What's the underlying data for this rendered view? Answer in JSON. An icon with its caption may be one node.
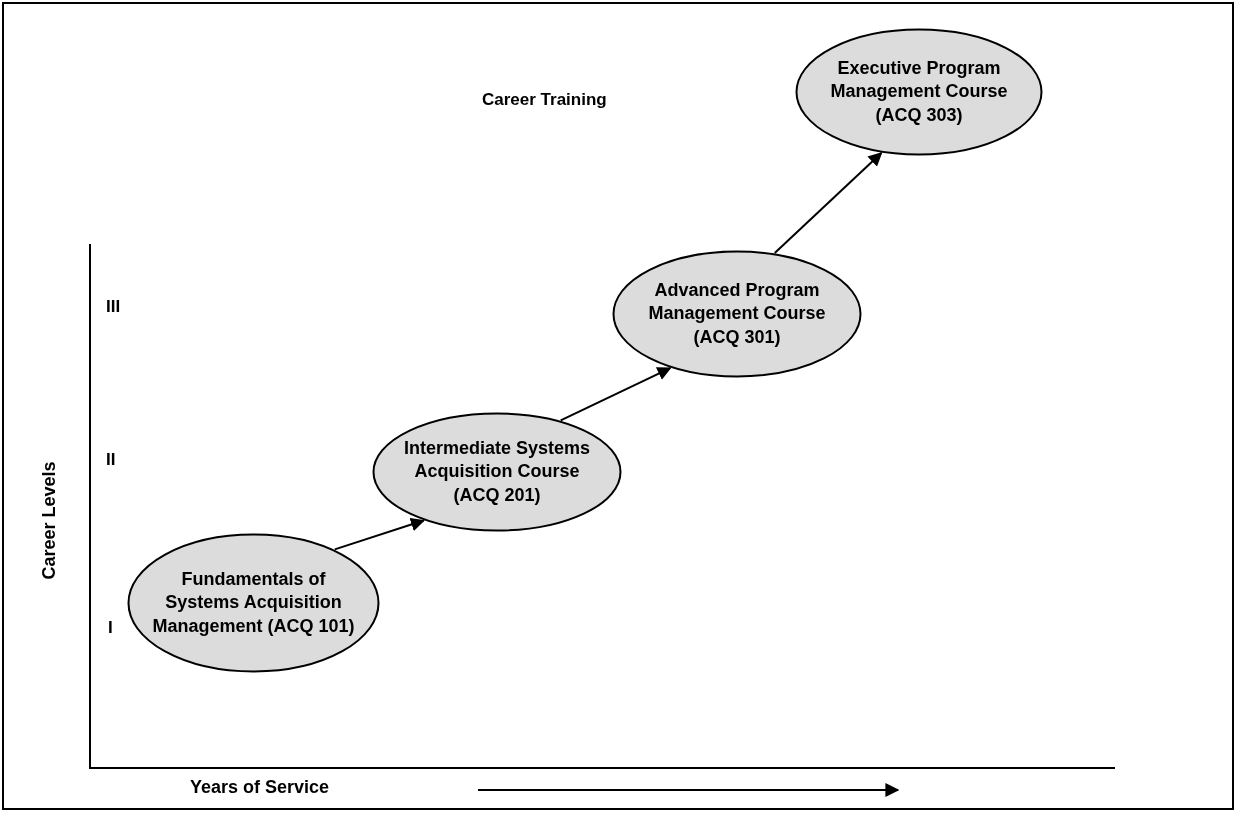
{
  "diagram": {
    "title": "Career Training",
    "nodes": [
      {
        "text": [
          "Fundamentals of Systems Acquisition Management (ACQ 101)"
        ]
      },
      {
        "text": [
          "Intermediate Systems Acquisition Course (ACQ 201)"
        ]
      },
      {
        "text": [
          "Advanced Program Management Course (ACQ 301)"
        ]
      },
      {
        "text": [
          "Executive Program Management Course (ACQ 303)"
        ]
      }
    ],
    "edges": [
      {
        "from": 0,
        "to": 1,
        "arrow": "to"
      },
      {
        "from": 1,
        "to": 2,
        "arrow": "to"
      },
      {
        "from": 2,
        "to": 3,
        "arrow": "to"
      }
    ],
    "labels": [
      "III",
      "II",
      "I",
      "Career Levels",
      "Years of Service"
    ]
  }
}
